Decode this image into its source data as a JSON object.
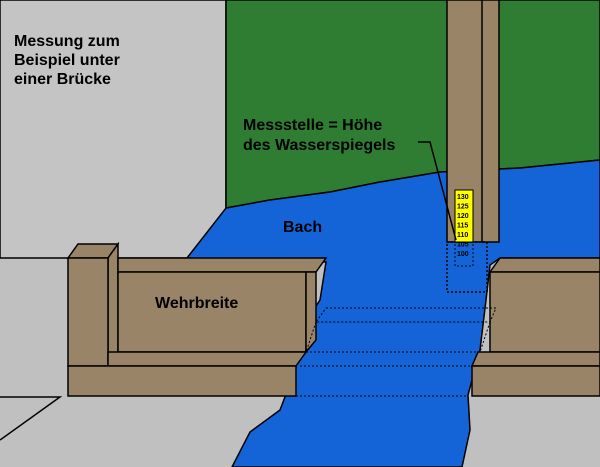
{
  "labels": {
    "intro_line1": "Messung zum",
    "intro_line2": "Beispiel unter",
    "intro_line3": "einer Brücke",
    "measure_line1": "Messstelle = Höhe",
    "measure_line2": "des Wasserspiegels",
    "stream": "Bach",
    "weir": "Wehrbreite"
  },
  "gauge": {
    "ticks": [
      "130",
      "125",
      "120",
      "115",
      "110",
      "105",
      "100"
    ]
  },
  "colors": {
    "background": "#c0c0c0",
    "grass": "#2e7d32",
    "water": "#1464d8",
    "wood": "#9a8468",
    "gauge": "#ffff00"
  }
}
